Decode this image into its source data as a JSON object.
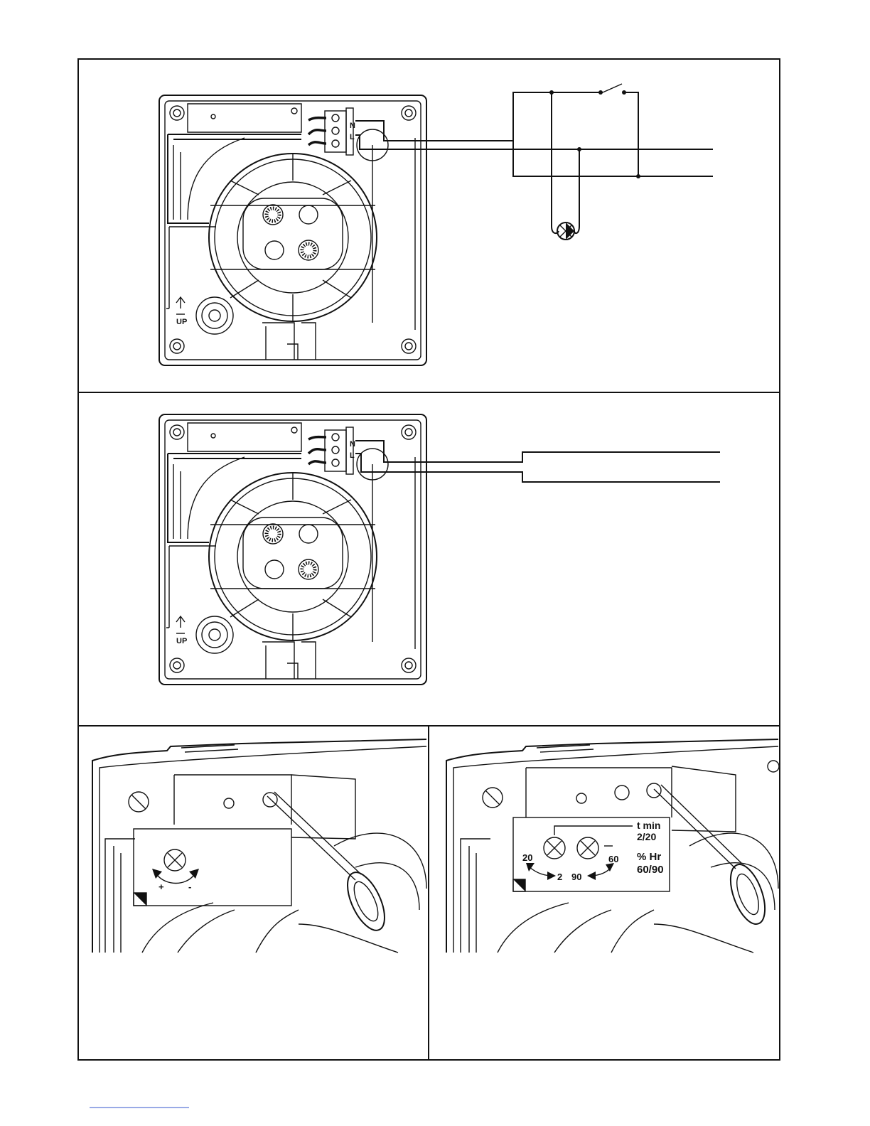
{
  "panel1": {
    "terminal_labels": [
      "N",
      "L"
    ],
    "up_label": "UP"
  },
  "panel2": {
    "terminal_labels": [
      "N",
      "L"
    ],
    "up_label": "UP"
  },
  "panel3": {
    "dial_signs": [
      "+",
      "-"
    ]
  },
  "panel4": {
    "timer_label": "t min",
    "timer_range": "2/20",
    "humidity_label": "% Hr",
    "humidity_range": "60/90",
    "dial1_values": [
      "20",
      "2"
    ],
    "dial2_values": [
      "90",
      "60"
    ]
  },
  "colors": {
    "line": "#111111",
    "background": "#ffffff"
  },
  "icons": [
    "lamp-icon",
    "switch-icon",
    "screwdriver-icon",
    "adjust-dial-icon"
  ]
}
